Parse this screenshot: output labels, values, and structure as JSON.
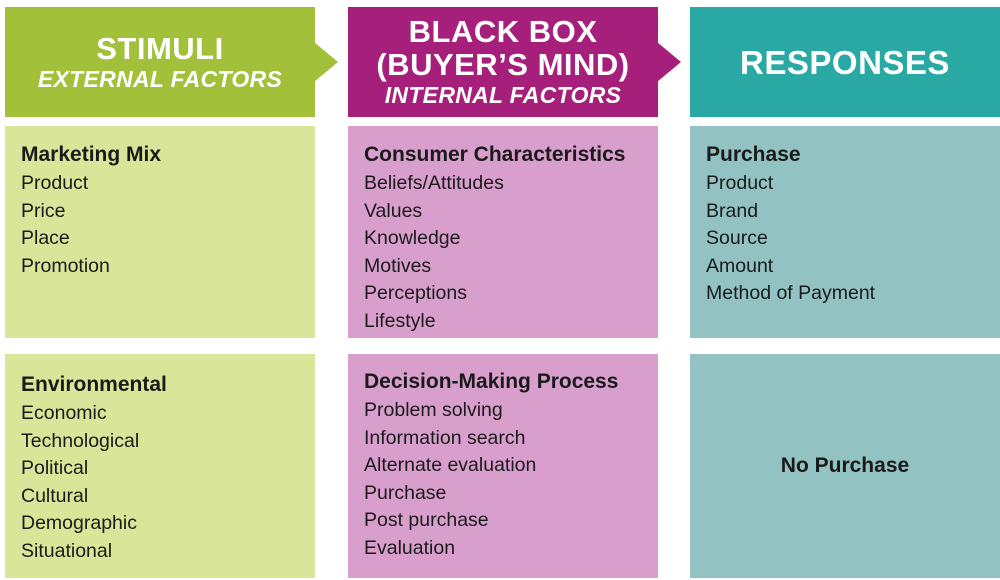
{
  "headers": [
    {
      "title": "STIMULI",
      "subtitle": "EXTERNAL FACTORS",
      "color": "#a2c03a"
    },
    {
      "title_line1": "BLACK BOX",
      "title_line2": "(BUYER’S MIND)",
      "subtitle": "INTERNAL FACTORS",
      "color": "#a6207b"
    },
    {
      "title": "RESPONSES",
      "color": "#2aa9a4"
    }
  ],
  "boxes": {
    "marketing_mix": {
      "title": "Marketing Mix",
      "items": [
        "Product",
        "Price",
        "Place",
        "Promotion"
      ]
    },
    "consumer_characteristics": {
      "title": "Consumer Characteristics",
      "items": [
        "Beliefs/Attitudes",
        "Values",
        "Knowledge",
        "Motives",
        "Perceptions",
        "Lifestyle"
      ]
    },
    "purchase": {
      "title": "Purchase",
      "items": [
        "Product",
        "Brand",
        "Source",
        "Amount",
        "Method of Payment"
      ]
    },
    "environmental": {
      "title": "Environmental",
      "items": [
        "Economic",
        "Technological",
        "Political",
        "Cultural",
        "Demographic",
        "Situational"
      ]
    },
    "decision_making": {
      "title": "Decision-Making Process",
      "items": [
        "Problem solving",
        "Information search",
        "Alternate evaluation",
        "Purchase",
        "Post purchase",
        "Evaluation"
      ]
    },
    "no_purchase": {
      "title": "No Purchase"
    }
  },
  "colors": {
    "green_light": "#d9e599",
    "pink_light": "#d89fcd",
    "teal_light": "#92c2c2"
  }
}
